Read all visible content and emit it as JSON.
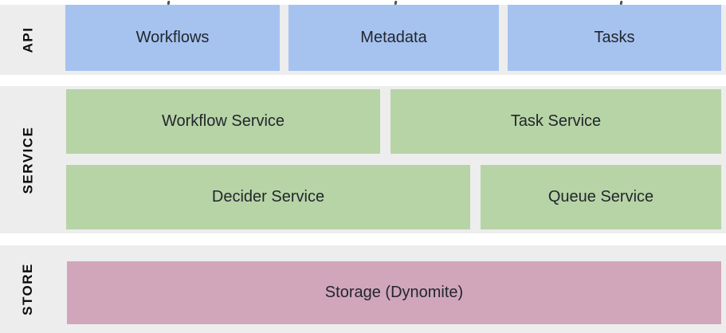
{
  "colors": {
    "band_bg": "#ededee",
    "api_box_bg": "#a6c3f0",
    "service_box_bg": "#b7d4a6",
    "store_box_bg": "#d1a6bb",
    "box_text": "#22262c",
    "label_text": "#0d0d0d",
    "artifact": "#4d525b"
  },
  "layers": [
    {
      "id": "api",
      "label": "API",
      "boxes": [
        {
          "label": "Workflows"
        },
        {
          "label": "Metadata"
        },
        {
          "label": "Tasks"
        }
      ]
    },
    {
      "id": "service",
      "label": "SERVICE",
      "boxes": [
        {
          "label": "Workflow Service"
        },
        {
          "label": "Task Service"
        },
        {
          "label": "Decider Service"
        },
        {
          "label": "Queue Service"
        }
      ]
    },
    {
      "id": "store",
      "label": "STORE",
      "boxes": [
        {
          "label": "Storage (Dynomite)"
        }
      ]
    }
  ]
}
